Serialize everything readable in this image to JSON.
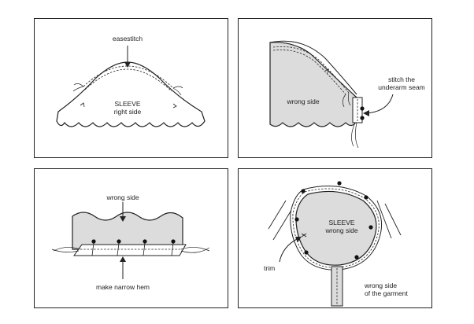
{
  "panels": [
    {
      "id": "p1",
      "labels": {
        "easestitch": "easestitch",
        "sleeve": "SLEEVE",
        "right_side": "right side"
      }
    },
    {
      "id": "p2",
      "labels": {
        "wrong_side": "wrong side",
        "stitch_line1": "stitch the",
        "stitch_line2": "underarm seam"
      }
    },
    {
      "id": "p3",
      "labels": {
        "wrong_side": "wrong side",
        "hem": "make narrow hem"
      }
    },
    {
      "id": "p4",
      "labels": {
        "sleeve": "SLEEVE",
        "wrong_side": "wrong side",
        "trim": "trim",
        "garment_line1": "wrong side",
        "garment_line2": "of the garment"
      }
    }
  ],
  "colors": {
    "fabric_fill": "#dcdcdc",
    "line": "#222222",
    "frame": "#222222",
    "background": "#ffffff"
  }
}
